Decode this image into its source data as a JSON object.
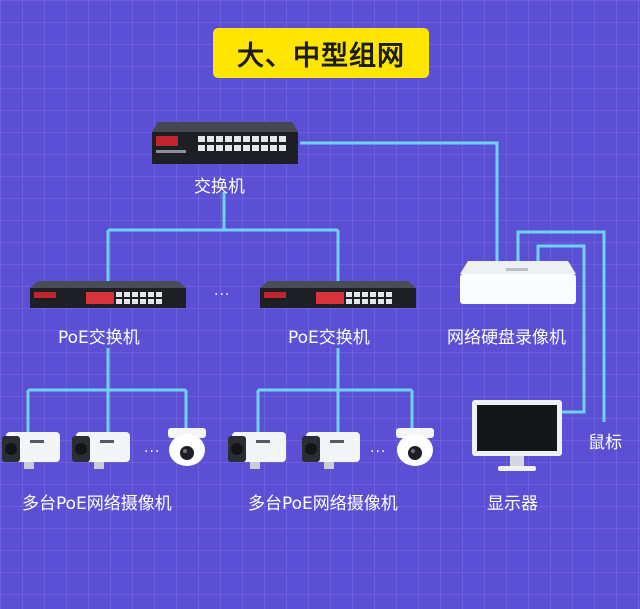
{
  "title": "大、中型组网",
  "nodes": {
    "core_switch": "交换机",
    "poe_switch_left": "PoE交换机",
    "poe_switch_right": "PoE交换机",
    "nvr": "网络硬盘录像机",
    "cameras_left": "多台PoE网络摄像机",
    "cameras_right": "多台PoE网络摄像机",
    "monitor": "显示器",
    "mouse": "鼠标"
  },
  "ellipsis": "...",
  "colors": {
    "background": "#5b4fd6",
    "title_badge": "#ffe600",
    "link_line": "#6fd3f5"
  }
}
